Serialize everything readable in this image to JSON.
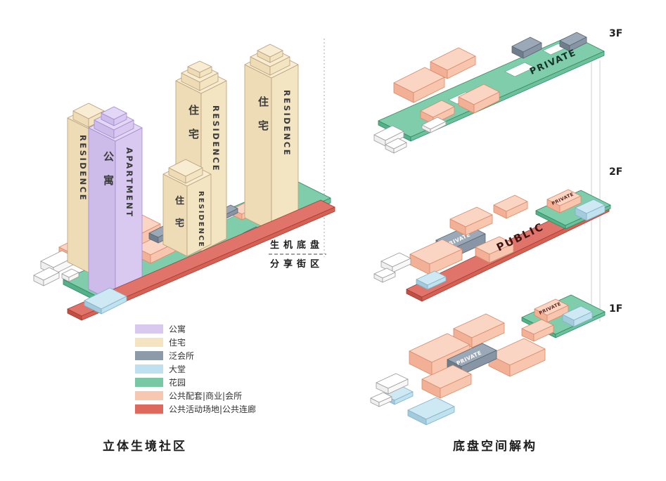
{
  "left_scene": {
    "caption": "立体生境社区",
    "annotation": {
      "line1": "生机底盘",
      "line2": "分享街区"
    },
    "tower_labels": {
      "residence_en": "RESIDENCE",
      "apartment_en": "APARTMENT",
      "residence_cn_1": "住",
      "residence_cn_2": "宅",
      "apartment_cn_1": "公",
      "apartment_cn_2": "寓"
    }
  },
  "right_scene": {
    "caption": "底盘空间解构",
    "floor_labels": {
      "f3": "3F",
      "f2": "2F",
      "f1": "1F"
    },
    "zone_labels": {
      "private": "PRIVATE",
      "public": "PUBLIC"
    }
  },
  "legend": {
    "items": [
      {
        "label": "公寓",
        "color": "#d9c8ef"
      },
      {
        "label": "住宅",
        "color": "#f6e3c0"
      },
      {
        "label": "泛会所",
        "color": "#8d9aaa"
      },
      {
        "label": "大堂",
        "color": "#bfe0ef"
      },
      {
        "label": "花园",
        "color": "#79c8a5"
      },
      {
        "label": "公共配套|商业|会所",
        "color": "#f8c7b1"
      },
      {
        "label": "公共活动场地|公共连廊",
        "color": "#de6a5d"
      }
    ]
  }
}
